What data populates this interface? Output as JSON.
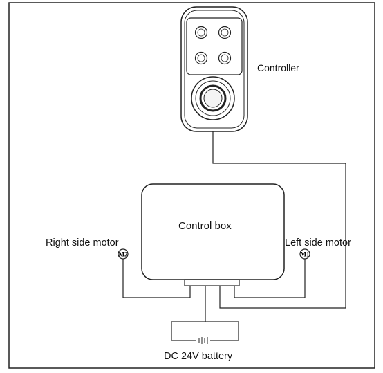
{
  "labels": {
    "controller": "Controller",
    "control_box": "Control box",
    "right_motor": "Right side motor",
    "left_motor": "Left side motor",
    "battery": "DC 24V battery"
  },
  "motors": {
    "right_badge": "M2",
    "left_badge": "M1"
  },
  "colors": {
    "line": "#222222",
    "background": "#ffffff"
  }
}
